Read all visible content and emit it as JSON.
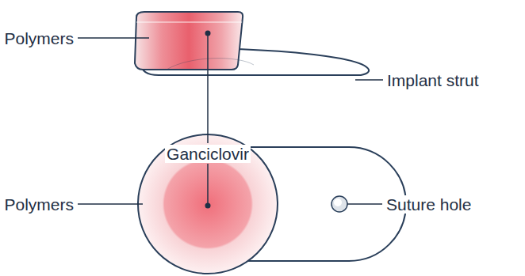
{
  "diagram": {
    "labels": [
      "Polymers",
      "Ganciclovir",
      "Implant strut",
      "Polymers",
      "Suture hole"
    ]
  }
}
